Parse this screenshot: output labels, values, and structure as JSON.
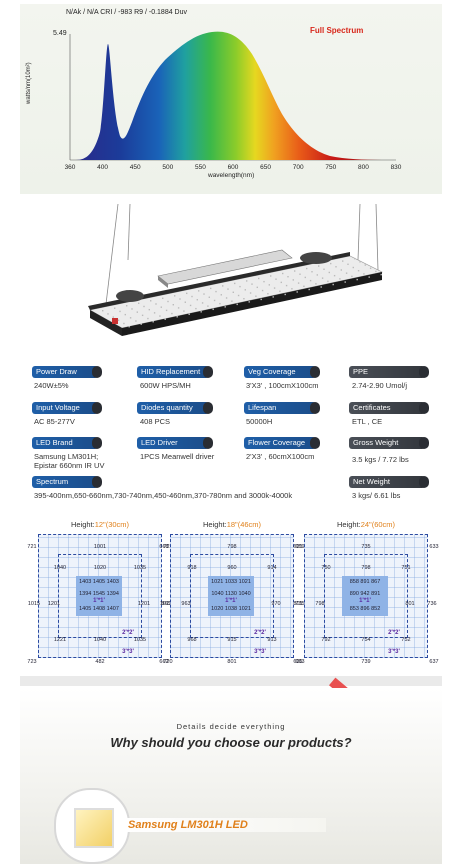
{
  "spectrum": {
    "header": "N/Ak / N/A CRI / -983 R9 / -0.1884 Duv",
    "tag": "Full Spectrum",
    "y_max": "5.49",
    "y_label": "watts/nm(10m²)",
    "x_label": "wavelength(nm)",
    "x_ticks": [
      "360",
      "400",
      "450",
      "500",
      "550",
      "600",
      "650",
      "700",
      "750",
      "800",
      "830"
    ]
  },
  "specs": {
    "power_draw": {
      "label": "Power Draw",
      "value": "240W±5%"
    },
    "hid": {
      "label": "HID Replacement",
      "value": "600W HPS/MH"
    },
    "veg": {
      "label": "Veg Coverage",
      "value": "3'X3' , 100cmX100cm"
    },
    "ppe": {
      "label": "PPE",
      "value": "2.74-2.90 Umol/j"
    },
    "input": {
      "label": "Input Voltage",
      "value": "AC 85-277V"
    },
    "diodes": {
      "label": "Diodes quantity",
      "value": "408 PCS"
    },
    "lifespan": {
      "label": "Lifespan",
      "value": "50000H"
    },
    "cert": {
      "label": "Certificates",
      "value": "ETL , CE"
    },
    "led_brand": {
      "label": "LED Brand",
      "value1": "Samsung LM301H;",
      "value2": "Epistar 660nm IR UV"
    },
    "driver": {
      "label": "LED Driver",
      "value": "1PCS Meanwell driver"
    },
    "flower": {
      "label": "Flower Coverage",
      "value": "2'X3' , 60cmX100cm"
    },
    "gross": {
      "label": "Gross Weight",
      "value": "3.5 kgs / 7.72 lbs"
    },
    "spectrum": {
      "label": "Spectrum",
      "value": "395-400nm,650-660nm,730-740nm,450-460nm,370-780nm and 3000k-4000k"
    },
    "net": {
      "label": "Net Weight",
      "value": "3 kgs/ 6.61 lbs"
    }
  },
  "ppfd": [
    {
      "height_prefix": "Height:",
      "height_value": "12\"(30cm)",
      "corners": [
        "721",
        "1001",
        "722",
        "723",
        "482",
        "720"
      ],
      "left": "1015",
      "right": "1013",
      "outer": [
        "1040",
        "1020",
        "1035",
        "1200",
        "1221",
        "1040",
        "1035"
      ],
      "row1": "1403 1405 1403",
      "row2": "1394 1545 1394",
      "row3": "1405 1408 1407",
      "mid_left": "1201",
      "mid_right": "1201",
      "lab1": "1'*1'",
      "lab2": "2'*2'",
      "lab3": "3'*3'"
    },
    {
      "height_prefix": "Height:",
      "height_value": "18\"(46cm)",
      "corners": [
        "668",
        "798",
        "659",
        "662",
        "801",
        "663"
      ],
      "left": "865",
      "right": "801",
      "outer": [
        "918",
        "960",
        "914",
        "963",
        "968",
        "915",
        "913"
      ],
      "row1": "1021 1033 1021",
      "row2": "1040 1130 1040",
      "row3": "1020 1038 1021",
      "mid_left": "963",
      "mid_right": "970",
      "lab1": "1'*1'",
      "lab2": "2'*2'",
      "lab3": "3'*3'"
    },
    {
      "height_prefix": "Height:",
      "height_value": "24\"(60cm)",
      "corners": [
        "631",
        "735",
        "633",
        "635",
        "739",
        "637"
      ],
      "left": "735",
      "right": "736",
      "outer": [
        "750",
        "798",
        "751",
        "795",
        "792",
        "754",
        "752"
      ],
      "row1": "858 891 867",
      "row2": "890 942 891",
      "row3": "853 896 852",
      "mid_left": "798",
      "mid_right": "801",
      "lab1": "1'*1'",
      "lab2": "2'*2'",
      "lab3": "3'*3'"
    }
  ],
  "detail": {
    "subtitle": "Details decide everything",
    "headline": "Why should you choose our products?",
    "feature": "Samsung LM301H LED"
  },
  "colors": {
    "accent_blue": "#1f5fa8",
    "title_red": "#d8281c",
    "feature_orange": "#e0801a"
  }
}
